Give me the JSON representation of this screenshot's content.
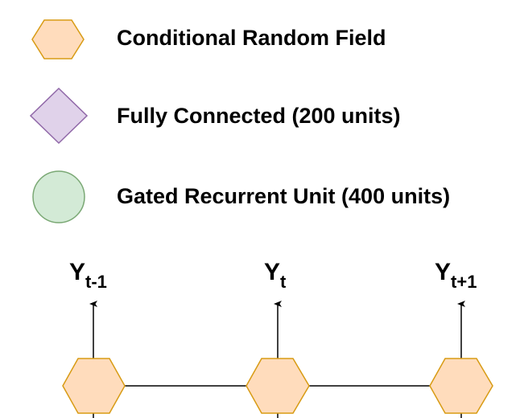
{
  "colors": {
    "crf_fill": "#ffdcbc",
    "crf_stroke": "#d89b14",
    "fc_fill": "#e0d2ea",
    "fc_stroke": "#9068a8",
    "gru_fill": "#d3ead6",
    "gru_stroke": "#7aa874",
    "edge": "#000000"
  },
  "legend": {
    "crf": {
      "label": "Conditional Random Field",
      "icon": "hexagon"
    },
    "fc": {
      "label": "Fully Connected (200 units)",
      "icon": "diamond"
    },
    "gru": {
      "label": "Gated Recurrent Unit (400 units)",
      "icon": "circle"
    }
  },
  "outputs": [
    {
      "main": "Y",
      "sub": "t-1"
    },
    {
      "main": "Y",
      "sub": "t"
    },
    {
      "main": "Y",
      "sub": "t+1"
    }
  ]
}
